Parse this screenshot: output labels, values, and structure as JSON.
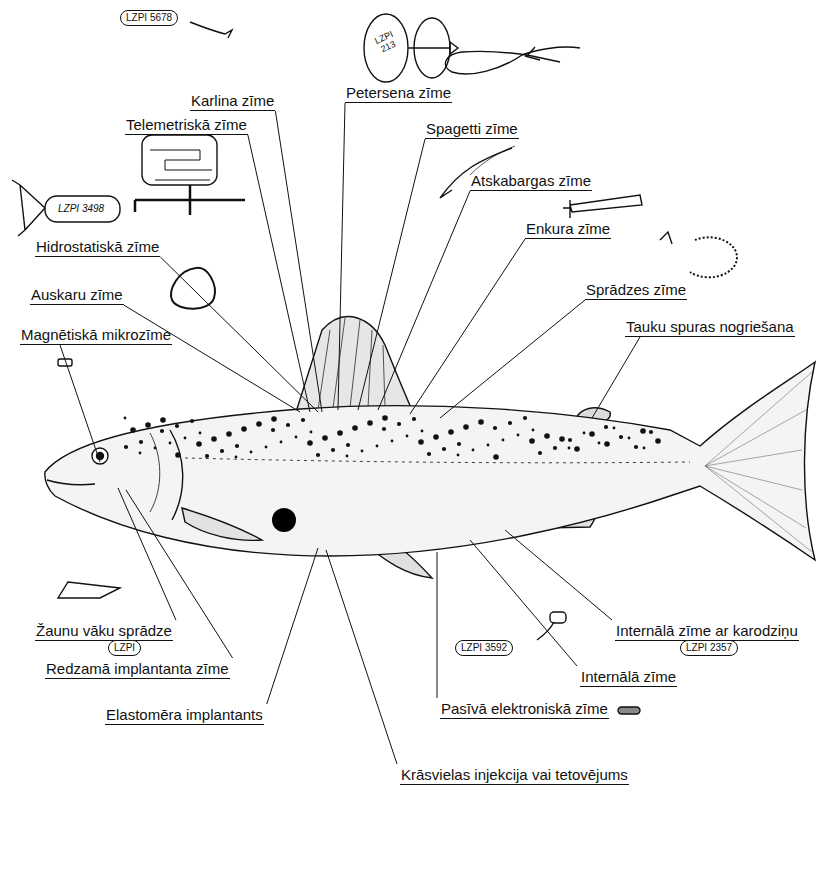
{
  "diagram": {
    "labels": [
      "Karlina zīme",
      "Petersena zīme",
      "Telemetriskā zīme",
      "Spagetti zīme",
      "Atskabargas zīme",
      "Hidrostatiskā zīme",
      "Enkura zīme",
      "Auskaru zīme",
      "Sprādzes zīme",
      "Magnētiskā mikrozīme",
      "Tauku spuras nogriešana",
      "Žaunu vāku sprādze",
      "Redzamā implantanta zīme",
      "Elastomēra implantants",
      "Krāsvielas injekcija vai tetovējums",
      "Pasīvā elektroniskā zīme",
      "Internālā zīme",
      "Internālā zīme ar karodziņu",
      "LZPI 5678",
      "LZPI 3498",
      "LZPI 213",
      "LZPI 3592",
      "LZPI 2357",
      "LZPI"
    ]
  }
}
